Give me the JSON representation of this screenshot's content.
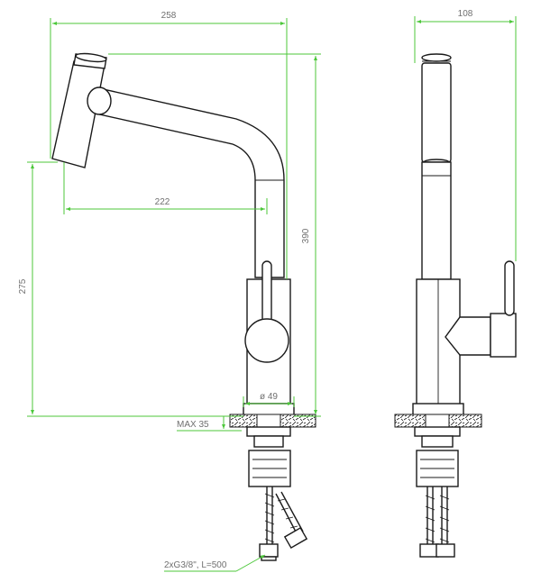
{
  "dimensions": {
    "front_width": "258",
    "side_width": "108",
    "spout_reach": "222",
    "total_height": "390",
    "spout_height": "275",
    "base_diameter": "ø 49",
    "max_thickness": "MAX 35",
    "hose_spec": "2xG3/8\", L=500"
  },
  "colors": {
    "dimension_lines": "#4cc73a",
    "outline": "#1a1a1a",
    "labels": "#6f6f6f"
  }
}
